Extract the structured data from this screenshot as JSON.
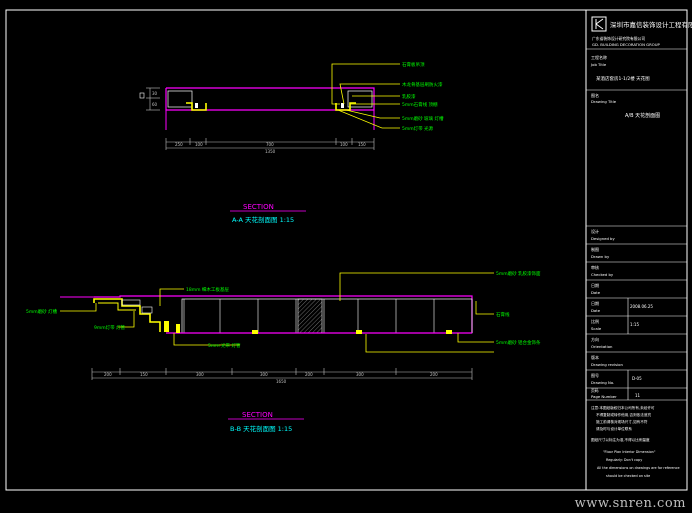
{
  "colors": {
    "background": "#000000",
    "frame": "#ffffff",
    "outline": "#ff00ff",
    "leader": "#ffff00",
    "note": "#00ff00",
    "dimension": "#c0c0c0",
    "section_title": "#ff00ff",
    "section_label": "#00ffff"
  },
  "section_a": {
    "title": "SECTION",
    "label": "A-A 天花剖面图 1:15",
    "notes": [
      "石膏板吊顶",
      "木龙骨基层刷防火漆",
      "乳胶漆",
      "5mm石膏线 顶棚",
      "5mm磨砂 玻璃 灯槽",
      "5mm灯带 光源"
    ],
    "dims": [
      "250",
      "100",
      "700",
      "100",
      "150"
    ],
    "total_dim": "1350",
    "left_dims": [
      "30",
      "60"
    ]
  },
  "section_b": {
    "title": "SECTION",
    "label": "B-B 天花剖面图 1:15",
    "notes_left": [
      "5mm磨砂 灯槽",
      "9mm灯带 灯管",
      "18mm 细木工板基层",
      "5mm 光带 灯管"
    ],
    "notes_right": [
      "5mm磨砂 乳胶漆饰面",
      "石膏线",
      "5mm磨砂 铝合金饰条"
    ],
    "dims": [
      "200",
      "150",
      "300",
      "300",
      "200",
      "300",
      "200"
    ],
    "total_dim": "1650"
  },
  "title_block": {
    "company_cn": "深圳市嘉信装饰设计工程有限公司",
    "company_line1": "广东省装饰设计研究院有限公司",
    "company_en": "GD. BUILDING DECORATION GROUP",
    "project_label_cn": "工程名称",
    "project_label_en": "Job Title",
    "project_value": "某酒店套房1-1/2楼 天花图",
    "drawing_label_cn": "图名",
    "drawing_label_en": "Drawing Title",
    "drawing_value": "A/B 天花剖面图",
    "designed_cn": "设计",
    "designed_en": "Designed by",
    "drawn_cn": "制图",
    "drawn_en": "Drawn by",
    "checked_cn": "审核",
    "checked_en": "Checked by",
    "design_phase_cn": "日期",
    "date_cn": "日期",
    "date_en": "Date",
    "date_value": "2008.06.25",
    "scale_cn": "比例",
    "scale_en": "Scale",
    "scale_value": "1:15",
    "north_cn": "方向",
    "north_en": "Orientation",
    "revision_cn": "版本",
    "revision_en": "Drawing revision",
    "sheet_cn": "图号",
    "sheet_en": "Drawing No.",
    "sheet_value": "D-05",
    "page_cn": "页码",
    "page_en": "Page Number",
    "page_value": "11",
    "notes_lines": [
      "注意:本图纸版权归本公司所有,未经许可",
      "不得复制或转作他用,否则依法追究",
      "施工前请核对现场尺寸,如有不符",
      "请及时与设计单位联系",
      "图纸尺寸以标注为准,不得以比例量度",
      "\"Floor Plan Interior Dimension\"",
      "Regularly: Don't copy",
      "All the dimensions on drawings are for reference",
      "should be checked on site"
    ]
  },
  "watermark": "www.snren.com"
}
